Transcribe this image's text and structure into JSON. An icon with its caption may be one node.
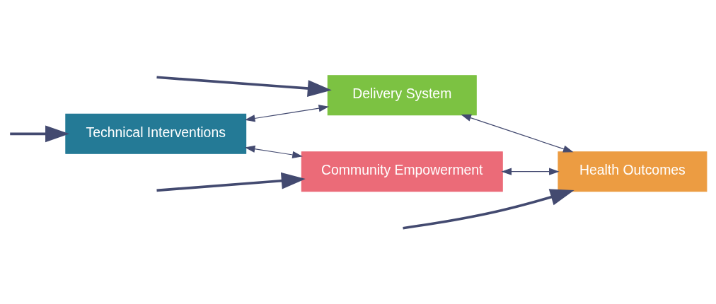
{
  "diagram": {
    "nodes": [
      {
        "text": [
          "Delivery System"
        ]
      },
      {
        "text": [
          "Technical Interventions"
        ]
      },
      {
        "text": [
          "Health Outcomes"
        ]
      },
      {
        "text": [
          "Community Empowerment"
        ]
      }
    ],
    "edges": [
      {
        "from": 1,
        "to": 0,
        "arrow": "both"
      },
      {
        "from": 0,
        "to": 2,
        "arrow": "both"
      },
      {
        "from": 1,
        "to": 3,
        "arrow": "both"
      },
      {
        "from": 3,
        "to": 2,
        "arrow": "both"
      },
      {
        "from": null,
        "to": 0,
        "arrow": "to",
        "style": "thick"
      },
      {
        "from": null,
        "to": 1,
        "arrow": "to",
        "style": "thick"
      },
      {
        "from": null,
        "to": 2,
        "arrow": "to",
        "style": "thick"
      },
      {
        "from": null,
        "to": 3,
        "arrow": "to",
        "style": "thick"
      }
    ]
  }
}
